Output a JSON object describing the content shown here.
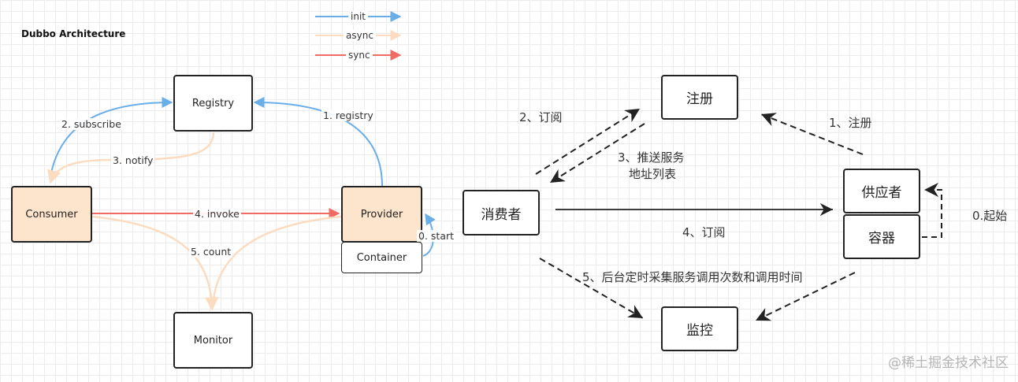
{
  "left_diagram": {
    "title": "Dubbo Architecture",
    "legend": {
      "init": "init",
      "async": "async",
      "sync": "sync"
    },
    "nodes": {
      "registry": "Registry",
      "consumer": "Consumer",
      "provider": "Provider",
      "container": "Container",
      "monitor": "Monitor"
    },
    "edges": {
      "start": "0. start",
      "registry": "1. registry",
      "subscribe": "2. subscribe",
      "notify": "3. notify",
      "invoke": "4. invoke",
      "count": "5. count"
    }
  },
  "right_diagram": {
    "nodes": {
      "register": "注册",
      "consumer": "消费者",
      "provider": "供应者",
      "container": "容器",
      "monitor": "监控"
    },
    "edges": {
      "register": "1、注册",
      "subscribe": "2、订阅",
      "push_line1": "3、推送服务",
      "push_line2": "地址列表",
      "invoke": "4、订阅",
      "collect": "5、后台定时采集服务调用次数和调用时间",
      "start": "0.起始"
    }
  },
  "colors": {
    "init": "#6aaee8",
    "async": "#fbdcc0",
    "sync": "#ef6b63",
    "peach_fill": "#fde4cc",
    "dashed": "#222222"
  },
  "watermark": "@稀土掘金技术社区"
}
